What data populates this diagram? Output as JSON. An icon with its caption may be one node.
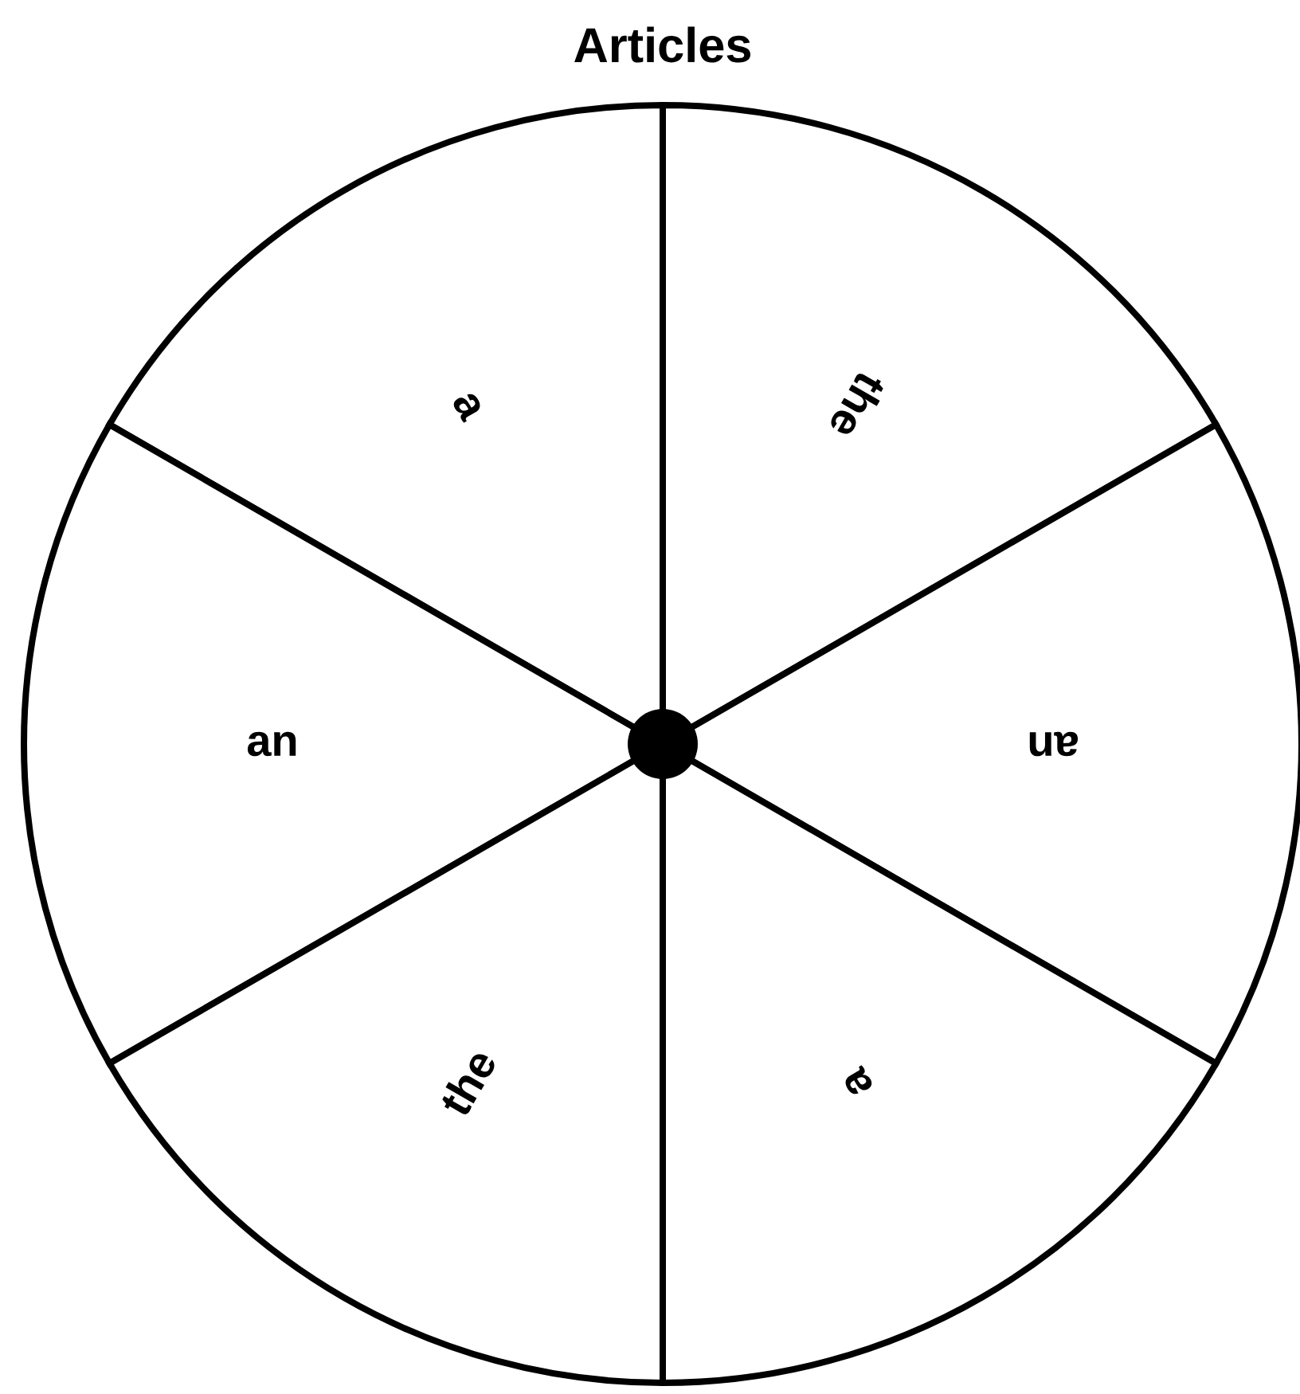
{
  "diagram": {
    "title": "Articles",
    "nodes": [
      {
        "text": [
          "a"
        ]
      },
      {
        "text": [
          "the"
        ]
      },
      {
        "text": [
          "an"
        ]
      },
      {
        "text": [
          "an"
        ]
      },
      {
        "text": [
          "the"
        ]
      },
      {
        "text": [
          "a"
        ]
      }
    ]
  }
}
